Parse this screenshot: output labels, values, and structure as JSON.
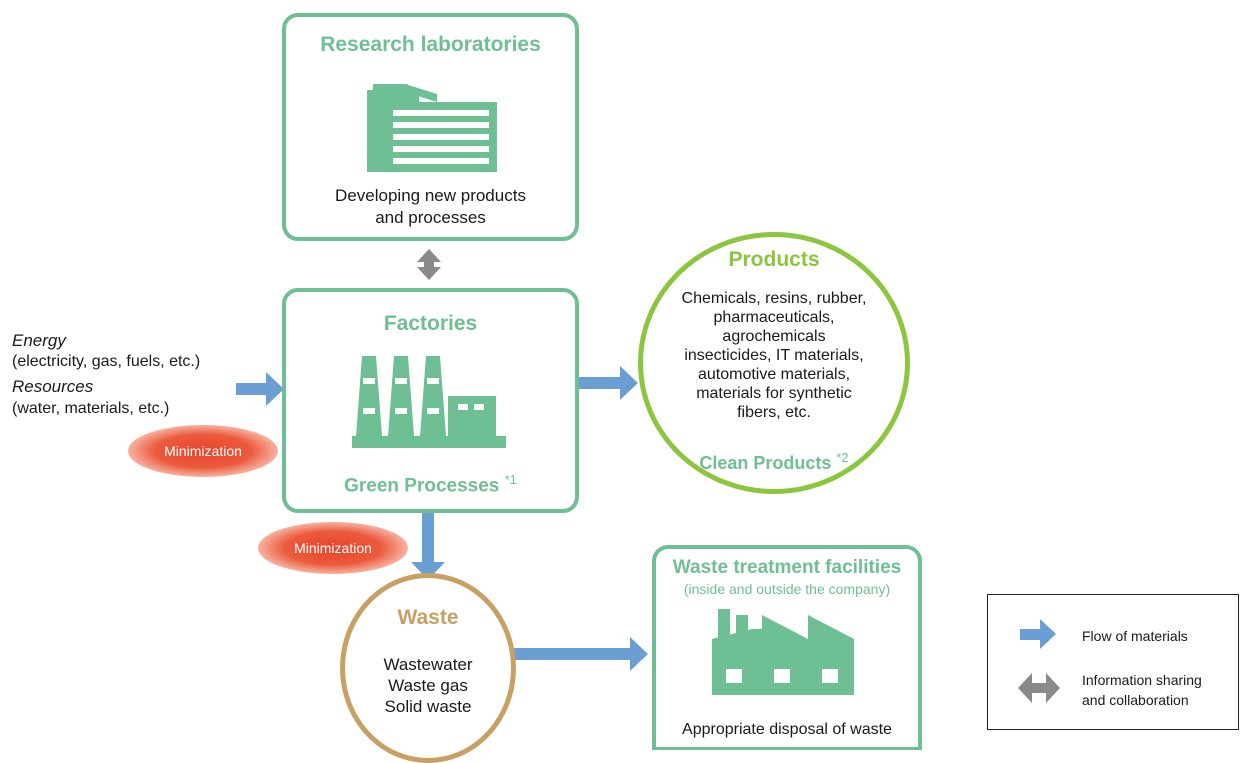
{
  "research": {
    "title": "Research laboratories",
    "desc_line1": "Developing new products",
    "desc_line2": "and processes"
  },
  "factories": {
    "title": "Factories",
    "green": "Green Processes",
    "green_note": "*1"
  },
  "inputs": {
    "energy": "Energy",
    "energy_detail": "(electricity, gas, fuels, etc.)",
    "resources": "Resources",
    "resources_detail": "(water, materials, etc.)"
  },
  "minimization": {
    "label_left": "Minimization",
    "label_bottom": "Minimization"
  },
  "products": {
    "title": "Products",
    "lines": [
      "Chemicals, resins, rubber,",
      "pharmaceuticals,",
      "agrochemicals",
      "insecticides, IT materials,",
      "automotive materials,",
      "materials for synthetic",
      "fibers, etc."
    ],
    "clean": "Clean Products",
    "clean_note": "*2"
  },
  "waste": {
    "title": "Waste",
    "items": [
      "Wastewater",
      "Waste gas",
      "Solid waste"
    ]
  },
  "treatment": {
    "title": "Waste treatment facilities",
    "subtitle": "(inside and outside the company)",
    "desc": "Appropriate disposal of waste"
  },
  "legend": {
    "flow": "Flow of materials",
    "info_line1": "Information sharing",
    "info_line2": "and collaboration"
  },
  "colors": {
    "green": "#6fbf95",
    "lime": "#8cc63f",
    "tan": "#c9a063",
    "flow_arrow": "#6a9fd4",
    "info_arrow": "#8a8a8a",
    "minimization": "#e8452c"
  },
  "icons": [
    "building-icon",
    "factory-chimneys-icon",
    "factory-sawtooth-icon"
  ]
}
